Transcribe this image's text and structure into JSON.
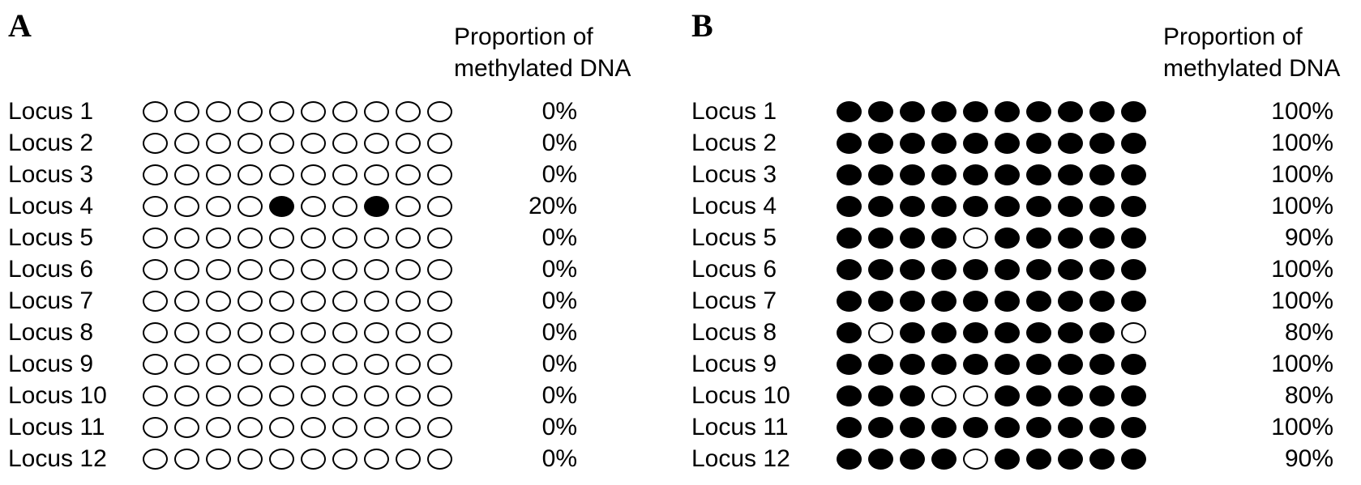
{
  "panels": [
    {
      "id": "A",
      "label": "A",
      "header_line1": "Proportion of",
      "header_line2": "methylated DNA",
      "rows": [
        {
          "label": "Locus 1",
          "sites": [
            0,
            0,
            0,
            0,
            0,
            0,
            0,
            0,
            0,
            0
          ],
          "percent": "0%"
        },
        {
          "label": "Locus 2",
          "sites": [
            0,
            0,
            0,
            0,
            0,
            0,
            0,
            0,
            0,
            0
          ],
          "percent": "0%"
        },
        {
          "label": "Locus 3",
          "sites": [
            0,
            0,
            0,
            0,
            0,
            0,
            0,
            0,
            0,
            0
          ],
          "percent": "0%"
        },
        {
          "label": "Locus 4",
          "sites": [
            0,
            0,
            0,
            0,
            1,
            0,
            0,
            1,
            0,
            0
          ],
          "percent": "20%"
        },
        {
          "label": "Locus 5",
          "sites": [
            0,
            0,
            0,
            0,
            0,
            0,
            0,
            0,
            0,
            0
          ],
          "percent": "0%"
        },
        {
          "label": "Locus 6",
          "sites": [
            0,
            0,
            0,
            0,
            0,
            0,
            0,
            0,
            0,
            0
          ],
          "percent": "0%"
        },
        {
          "label": "Locus 7",
          "sites": [
            0,
            0,
            0,
            0,
            0,
            0,
            0,
            0,
            0,
            0
          ],
          "percent": "0%"
        },
        {
          "label": "Locus 8",
          "sites": [
            0,
            0,
            0,
            0,
            0,
            0,
            0,
            0,
            0,
            0
          ],
          "percent": "0%"
        },
        {
          "label": "Locus 9",
          "sites": [
            0,
            0,
            0,
            0,
            0,
            0,
            0,
            0,
            0,
            0
          ],
          "percent": "0%"
        },
        {
          "label": "Locus 10",
          "sites": [
            0,
            0,
            0,
            0,
            0,
            0,
            0,
            0,
            0,
            0
          ],
          "percent": "0%"
        },
        {
          "label": "Locus 11",
          "sites": [
            0,
            0,
            0,
            0,
            0,
            0,
            0,
            0,
            0,
            0
          ],
          "percent": "0%"
        },
        {
          "label": "Locus 12",
          "sites": [
            0,
            0,
            0,
            0,
            0,
            0,
            0,
            0,
            0,
            0
          ],
          "percent": "0%"
        }
      ]
    },
    {
      "id": "B",
      "label": "B",
      "header_line1": "Proportion of",
      "header_line2": "methylated DNA",
      "rows": [
        {
          "label": "Locus 1",
          "sites": [
            1,
            1,
            1,
            1,
            1,
            1,
            1,
            1,
            1,
            1
          ],
          "percent": "100%"
        },
        {
          "label": "Locus 2",
          "sites": [
            1,
            1,
            1,
            1,
            1,
            1,
            1,
            1,
            1,
            1
          ],
          "percent": "100%"
        },
        {
          "label": "Locus 3",
          "sites": [
            1,
            1,
            1,
            1,
            1,
            1,
            1,
            1,
            1,
            1
          ],
          "percent": "100%"
        },
        {
          "label": "Locus 4",
          "sites": [
            1,
            1,
            1,
            1,
            1,
            1,
            1,
            1,
            1,
            1
          ],
          "percent": "100%"
        },
        {
          "label": "Locus 5",
          "sites": [
            1,
            1,
            1,
            1,
            0,
            1,
            1,
            1,
            1,
            1
          ],
          "percent": "90%"
        },
        {
          "label": "Locus 6",
          "sites": [
            1,
            1,
            1,
            1,
            1,
            1,
            1,
            1,
            1,
            1
          ],
          "percent": "100%"
        },
        {
          "label": "Locus 7",
          "sites": [
            1,
            1,
            1,
            1,
            1,
            1,
            1,
            1,
            1,
            1
          ],
          "percent": "100%"
        },
        {
          "label": "Locus 8",
          "sites": [
            1,
            0,
            1,
            1,
            1,
            1,
            1,
            1,
            1,
            0
          ],
          "percent": "80%"
        },
        {
          "label": "Locus 9",
          "sites": [
            1,
            1,
            1,
            1,
            1,
            1,
            1,
            1,
            1,
            1
          ],
          "percent": "100%"
        },
        {
          "label": "Locus 10",
          "sites": [
            1,
            1,
            1,
            0,
            0,
            1,
            1,
            1,
            1,
            1
          ],
          "percent": "80%"
        },
        {
          "label": "Locus 11",
          "sites": [
            1,
            1,
            1,
            1,
            1,
            1,
            1,
            1,
            1,
            1
          ],
          "percent": "100%"
        },
        {
          "label": "Locus 12",
          "sites": [
            1,
            1,
            1,
            1,
            0,
            1,
            1,
            1,
            1,
            1
          ],
          "percent": "90%"
        }
      ]
    }
  ]
}
